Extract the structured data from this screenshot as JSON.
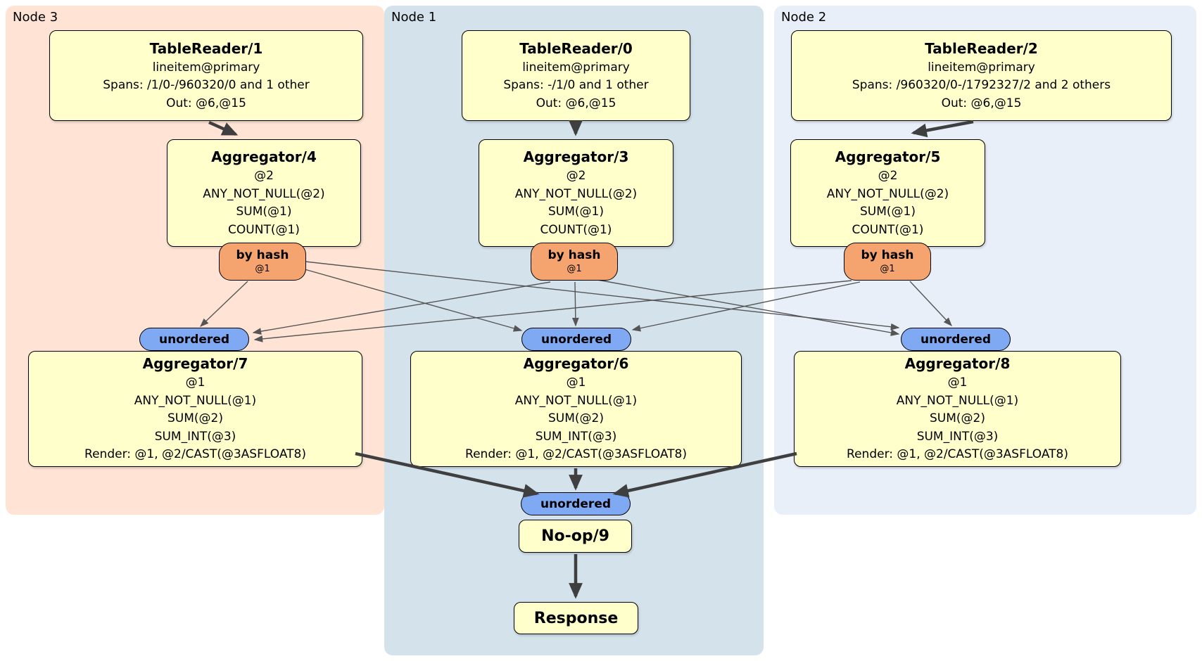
{
  "panels": [
    {
      "label": "Node 3"
    },
    {
      "label": "Node 1"
    },
    {
      "label": "Node 2"
    }
  ],
  "processors": {
    "tr1": {
      "title": "TableReader/1",
      "lines": [
        "lineitem@primary",
        "Spans: /1/0-/960320/0 and 1 other",
        "Out: @6,@15"
      ]
    },
    "tr0": {
      "title": "TableReader/0",
      "lines": [
        "lineitem@primary",
        "Spans: -/1/0 and 1 other",
        "Out: @6,@15"
      ]
    },
    "tr2": {
      "title": "TableReader/2",
      "lines": [
        "lineitem@primary",
        "Spans: /960320/0-/1792327/2 and 2 others",
        "Out: @6,@15"
      ]
    },
    "agg4": {
      "title": "Aggregator/4",
      "lines": [
        "@2",
        "ANY_NOT_NULL(@2)",
        "SUM(@1)",
        "COUNT(@1)"
      ]
    },
    "agg3": {
      "title": "Aggregator/3",
      "lines": [
        "@2",
        "ANY_NOT_NULL(@2)",
        "SUM(@1)",
        "COUNT(@1)"
      ]
    },
    "agg5": {
      "title": "Aggregator/5",
      "lines": [
        "@2",
        "ANY_NOT_NULL(@2)",
        "SUM(@1)",
        "COUNT(@1)"
      ]
    },
    "agg7": {
      "title": "Aggregator/7",
      "lines": [
        "@1",
        "ANY_NOT_NULL(@1)",
        "SUM(@2)",
        "SUM_INT(@3)",
        "Render: @1, @2/CAST(@3ASFLOAT8)"
      ]
    },
    "agg6": {
      "title": "Aggregator/6",
      "lines": [
        "@1",
        "ANY_NOT_NULL(@1)",
        "SUM(@2)",
        "SUM_INT(@3)",
        "Render: @1, @2/CAST(@3ASFLOAT8)"
      ]
    },
    "agg8": {
      "title": "Aggregator/8",
      "lines": [
        "@1",
        "ANY_NOT_NULL(@1)",
        "SUM(@2)",
        "SUM_INT(@3)",
        "Render: @1, @2/CAST(@3ASFLOAT8)"
      ]
    },
    "noop": {
      "title": "No-op/9"
    },
    "response": {
      "title": "Response"
    }
  },
  "router": {
    "label": "by hash",
    "detail": "@1"
  },
  "stream": {
    "sync_label": "unordered"
  },
  "colors": {
    "panel-node3": "#ffe4d6",
    "panel-node1": "#d4e2ec",
    "panel-node2": "#e9eff8",
    "proc-fill": "#ffffcc",
    "router-fill": "#f5a470",
    "sync-fill": "#7fa9f2",
    "edge-thin": "#555555",
    "edge-thick": "#3f3f3f",
    "box-border": "#000000"
  }
}
